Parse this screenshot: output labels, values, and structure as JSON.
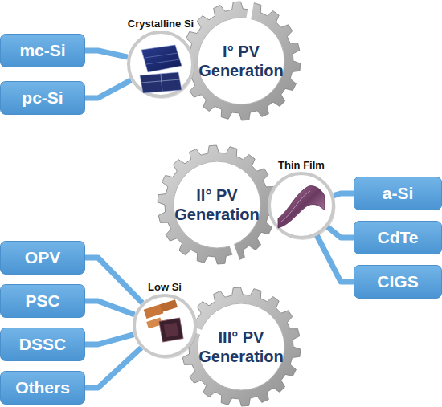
{
  "diagram": {
    "nodes": [
      {
        "text": [
          "I° PV Generation"
        ]
      },
      {
        "text": [
          "Crystalline Si"
        ]
      },
      {
        "text": [
          "mc-Si"
        ]
      },
      {
        "text": [
          "pc-Si"
        ]
      },
      {
        "text": [
          "II° PV Generation"
        ]
      },
      {
        "text": [
          "Thin Film"
        ]
      },
      {
        "text": [
          "a-Si"
        ]
      },
      {
        "text": [
          "CdTe"
        ]
      },
      {
        "text": [
          "CIGS"
        ]
      },
      {
        "text": [
          "III° PV Generation"
        ]
      },
      {
        "text": [
          "Low Si"
        ]
      },
      {
        "text": [
          "OPV"
        ]
      },
      {
        "text": [
          "PSC"
        ]
      },
      {
        "text": [
          "DSSC"
        ]
      },
      {
        "text": [
          "Others"
        ]
      }
    ],
    "edges": [
      {
        "from": 1,
        "to": 2,
        "arrow": "none"
      },
      {
        "from": 1,
        "to": 3,
        "arrow": "none"
      },
      {
        "from": 5,
        "to": 6,
        "arrow": "none"
      },
      {
        "from": 5,
        "to": 7,
        "arrow": "none"
      },
      {
        "from": 5,
        "to": 8,
        "arrow": "none"
      },
      {
        "from": 10,
        "to": 11,
        "arrow": "none"
      },
      {
        "from": 10,
        "to": 12,
        "arrow": "none"
      },
      {
        "from": 10,
        "to": 13,
        "arrow": "none"
      },
      {
        "from": 10,
        "to": 14,
        "arrow": "none"
      }
    ]
  }
}
